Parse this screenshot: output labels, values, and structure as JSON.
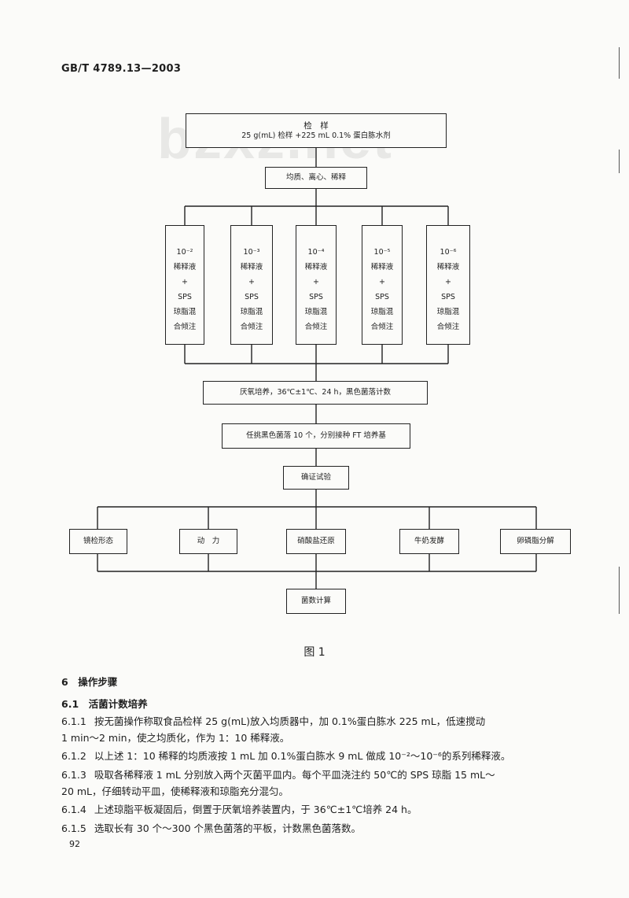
{
  "header": "GB/T 4789.13—2003",
  "watermark": "bzxz.net",
  "flowchart": {
    "sample_title": "检　样",
    "sample_desc": "25 g(mL) 检样 +225 mL 0.1% 蛋白胨水剂",
    "homogenize": "均质、离心、稀释",
    "dilutions": [
      {
        "exp": "10⁻²",
        "lines": [
          "稀释液",
          "+",
          "SPS",
          "琼脂混",
          "合倾注"
        ]
      },
      {
        "exp": "10⁻³",
        "lines": [
          "稀释液",
          "+",
          "SPS",
          "琼脂混",
          "合倾注"
        ]
      },
      {
        "exp": "10⁻⁴",
        "lines": [
          "稀释液",
          "+",
          "SPS",
          "琼脂混",
          "合倾注"
        ]
      },
      {
        "exp": "10⁻⁵",
        "lines": [
          "稀释液",
          "+",
          "SPS",
          "琼脂混",
          "合倾注"
        ]
      },
      {
        "exp": "10⁻⁶",
        "lines": [
          "稀释液",
          "+",
          "SPS",
          "琼脂混",
          "合倾注"
        ]
      }
    ],
    "incubate": "厌氧培养，36℃±1℃、24 h，黑色菌落计数",
    "pick": "任挑黑色菌落 10 个，分别接种 FT 培养基",
    "confirm": "确证试验",
    "tests": [
      "镜检形态",
      "动　力",
      "硝酸盐还原",
      "牛奶发酵",
      "卵磷脂分解"
    ],
    "count": "菌数计算"
  },
  "caption": "图 1",
  "section_6": "6　操作步骤",
  "section_6_1": "6.1　活菌计数培养",
  "paragraphs": [
    {
      "num": "6.1.1",
      "lines": [
        "按无菌操作称取食品检样 25 g(mL)放入均质器中，加 0.1%蛋白胨水 225 mL，低速搅动",
        "1 min～2 min，使之均质化，作为 1：10 稀释液。"
      ]
    },
    {
      "num": "6.1.2",
      "lines": [
        "以上述 1：10 稀释的均质液按 1 mL 加 0.1%蛋白胨水 9 mL 做成 10⁻²～10⁻⁶的系列稀释液。"
      ]
    },
    {
      "num": "6.1.3",
      "lines": [
        "吸取各稀释液 1 mL 分别放入两个灭菌平皿内。每个平皿浇注约 50℃的 SPS 琼脂 15 mL～",
        "20 mL，仔细转动平皿，使稀释液和琼脂充分混匀。"
      ]
    },
    {
      "num": "6.1.4",
      "lines": [
        "上述琼脂平板凝固后，倒置于厌氧培养装置内，于 36℃±1℃培养 24 h。"
      ]
    },
    {
      "num": "6.1.5",
      "lines": [
        "选取长有 30 个～300 个黑色菌落的平板，计数黑色菌落数。"
      ]
    }
  ],
  "page_number": "92"
}
